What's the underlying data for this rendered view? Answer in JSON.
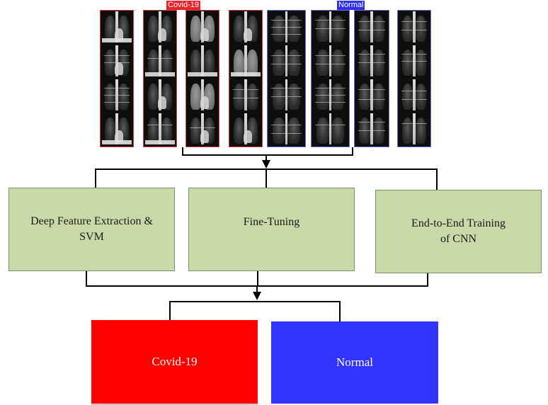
{
  "images": {
    "covid_tag": "Covid-19",
    "normal_tag": "Normal",
    "colors": {
      "covid": "#e8232a",
      "normal": "#2e2ee6"
    }
  },
  "methods": [
    {
      "label": "Deep Feature Extraction & SVM"
    },
    {
      "label": "Fine-Tuning"
    },
    {
      "label": "End-to-End Training of CNN"
    }
  ],
  "outputs": [
    {
      "label": "Covid-19",
      "color": "#ff0000"
    },
    {
      "label": "Normal",
      "color": "#3333ff"
    }
  ],
  "box_color": "#c9d9a8"
}
